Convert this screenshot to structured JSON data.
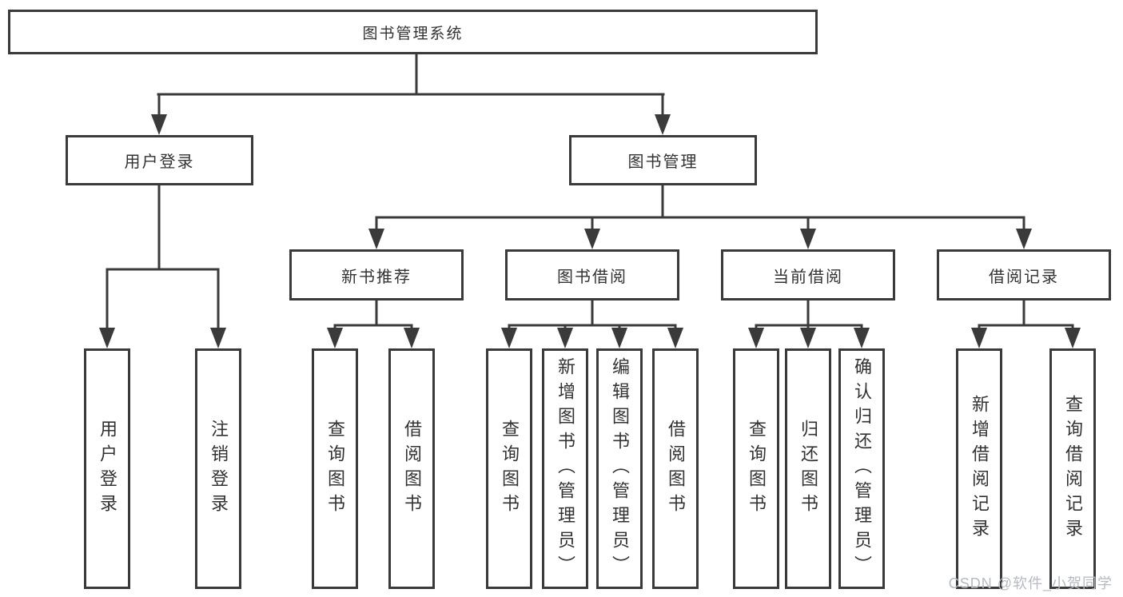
{
  "diagram": {
    "root": {
      "label": "图书管理系统"
    },
    "branches": [
      {
        "label": "用户登录",
        "children": [
          {
            "label": "用户登录"
          },
          {
            "label": "注销登录"
          }
        ]
      },
      {
        "label": "图书管理",
        "children": [
          {
            "label": "新书推荐",
            "children": [
              {
                "label": "查询图书"
              },
              {
                "label": "借阅图书"
              }
            ]
          },
          {
            "label": "图书借阅",
            "children": [
              {
                "label": "查询图书"
              },
              {
                "label": "新增图书（管理员）"
              },
              {
                "label": "编辑图书（管理员）"
              },
              {
                "label": "借阅图书"
              }
            ]
          },
          {
            "label": "当前借阅",
            "children": [
              {
                "label": "查询图书"
              },
              {
                "label": "归还图书"
              },
              {
                "label": "确认归还（管理员）"
              }
            ]
          },
          {
            "label": "借阅记录",
            "children": [
              {
                "label": "新增借阅记录"
              },
              {
                "label": "查询借阅记录"
              }
            ]
          }
        ]
      }
    ]
  },
  "watermark": {
    "text": "CSDN @软件_小贺同学"
  },
  "colors": {
    "line": "#3a3a3a",
    "text": "#323232",
    "background": "#ffffff",
    "watermark": "#b6bac1"
  }
}
